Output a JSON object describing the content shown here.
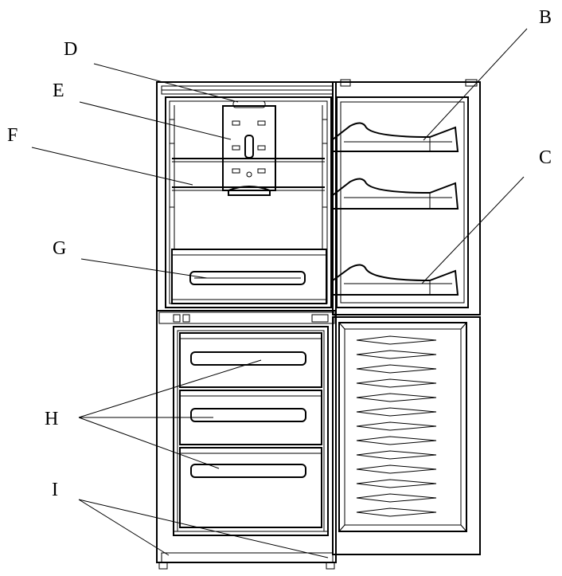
{
  "callouts": {
    "B": "B",
    "C": "C",
    "D": "D",
    "E": "E",
    "F": "F",
    "G": "G",
    "H": "H",
    "I": "I"
  },
  "colors": {
    "line": "#000000",
    "background": "#ffffff"
  }
}
